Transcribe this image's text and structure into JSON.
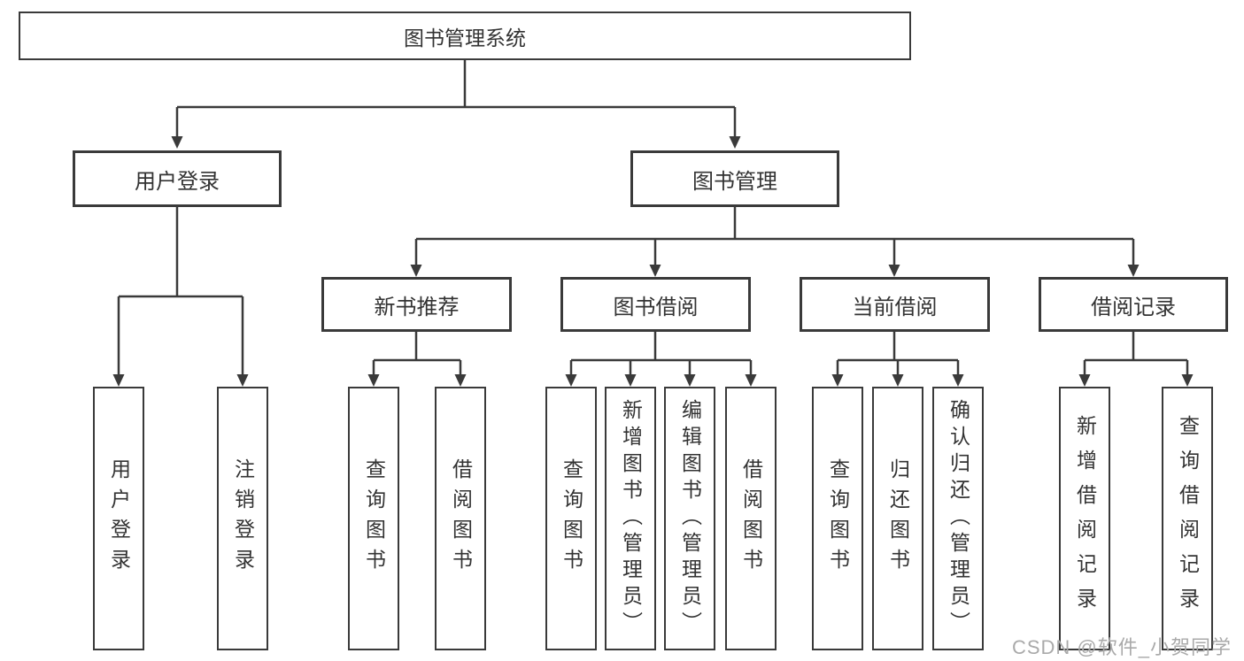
{
  "colors": {
    "line": "#3a3a3a",
    "text": "#333333",
    "box_background": "#ffffff",
    "watermark": "#aaaaaa",
    "background": "#ffffff"
  },
  "nodes": {
    "root": {
      "label": "图书管理系统"
    },
    "user_login": {
      "label": "用户登录"
    },
    "book_mgmt": {
      "label": "图书管理"
    },
    "new_book_rec": {
      "label": "新书推荐"
    },
    "book_borrow": {
      "label": "图书借阅"
    },
    "current_borrow": {
      "label": "当前借阅"
    },
    "borrow_records": {
      "label": "借阅记录"
    },
    "leaves": {
      "user_login": {
        "label": "用户登录"
      },
      "logout": {
        "label": "注销登录"
      },
      "query_book_rec": {
        "label": "查询图书"
      },
      "borrow_book_rec": {
        "label": "借阅图书"
      },
      "query_book_borrow": {
        "label": "查询图书"
      },
      "add_book_admin": {
        "label": "新增图书（管理员）"
      },
      "edit_book_admin": {
        "label": "编辑图书（管理员）"
      },
      "borrow_book_borrow": {
        "label": "借阅图书"
      },
      "query_book_current": {
        "label": "查询图书"
      },
      "return_book": {
        "label": "归还图书"
      },
      "confirm_return_admin": {
        "label": "确认归还（管理员）"
      },
      "add_borrow_record": {
        "label": "新增借阅记录"
      },
      "query_borrow_record": {
        "label": "查询借阅记录"
      }
    }
  },
  "watermark": {
    "text": "CSDN @软件_小贺同学"
  }
}
